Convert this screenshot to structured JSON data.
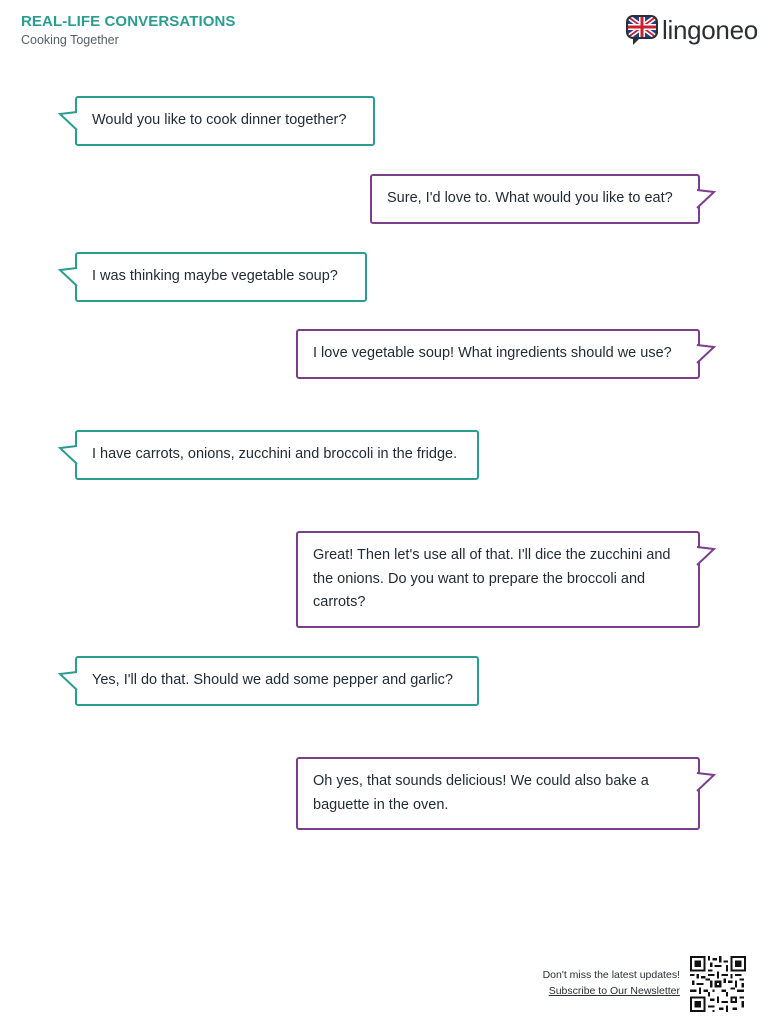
{
  "header": {
    "title": "REAL-LIFE CONVERSATIONS",
    "subtitle": "Cooking Together",
    "brand": "lingoneo",
    "flag_icon": "uk-flag-icon"
  },
  "colors": {
    "accent_left": "#2a9d8f",
    "accent_right": "#7b3f8c"
  },
  "conversation": [
    {
      "speaker": "left",
      "text": "Would you like to cook dinner together?"
    },
    {
      "speaker": "right",
      "text": "Sure, I'd love to. What would you like to eat?"
    },
    {
      "speaker": "left",
      "text": "I was thinking maybe vegetable soup?"
    },
    {
      "speaker": "right",
      "text": "I love vegetable soup! What ingredients should we use?"
    },
    {
      "speaker": "left",
      "text": "I have carrots, onions, zucchini and broccoli in the fridge."
    },
    {
      "speaker": "right",
      "text": "Great! Then let's use all of that. I'll dice the zucchini and the onions. Do you want to prepare the broccoli and carrots?"
    },
    {
      "speaker": "left",
      "text": "Yes, I'll do that. Should we add some pepper and garlic?"
    },
    {
      "speaker": "right",
      "text": "Oh yes, that sounds delicious! We could also bake a baguette in the oven."
    }
  ],
  "footer": {
    "note": "Don't miss the latest updates!",
    "link": "Subscribe to Our Newsletter",
    "qr_icon": "qr-code-icon"
  }
}
